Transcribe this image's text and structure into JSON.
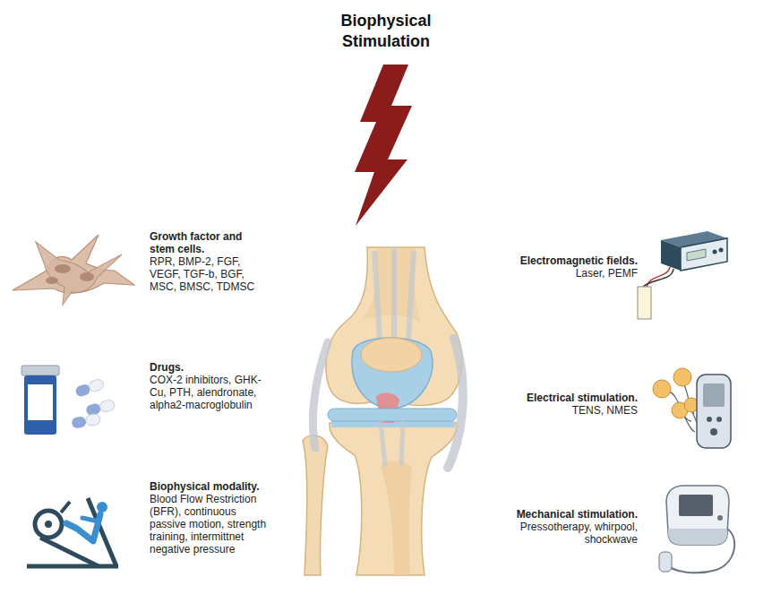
{
  "diagram": {
    "title": "Biophysical Stimulation",
    "labels": [
      "Growth factor and stem cells.",
      "RPR, BMP-2, FGF, VEGF, TGF-b, BGF, MSC, BMSC, TDMSC",
      "Drugs.",
      "COX-2 inhibitors, GHK-Cu, PTH, alendronate, alpha2-macroglobulin",
      "Biophysical modality.",
      "Blood Flow Restriction (BFR), continuous passive motion, strength training, intermittnet negative pressure",
      "Electromagnetic fields.",
      "Laser, PEMF",
      "Electrical stimulation.",
      "TENS, NMES",
      "Mechanical stimulation.",
      "Pressotherapy, whirpool, shockwave"
    ]
  }
}
